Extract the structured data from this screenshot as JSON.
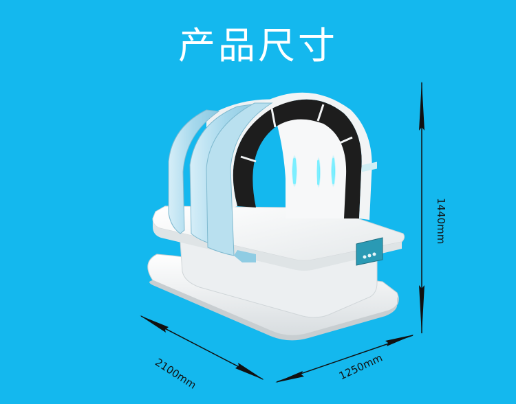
{
  "title": "产品尺寸",
  "dimensions": {
    "height": "1440mm",
    "length": "2100mm",
    "width": "1250mm"
  },
  "colors": {
    "background": "#14b8ee",
    "accent_blue": "#a6d8ec",
    "arc_black": "#1d1d1d",
    "body_white": "#f4f4f4",
    "glow_cyan": "#55e7ff"
  }
}
